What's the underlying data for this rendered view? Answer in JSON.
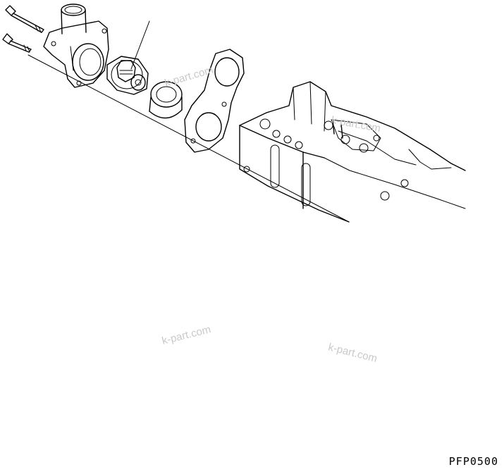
{
  "watermarks": [
    "k-part.com",
    "k-part.com",
    "k-part.com",
    "k-part.com"
  ],
  "drawing_code": "PFP0500",
  "colors": {
    "line": "#000000",
    "watermark": "#c9c9c9",
    "background": "#ffffff"
  }
}
